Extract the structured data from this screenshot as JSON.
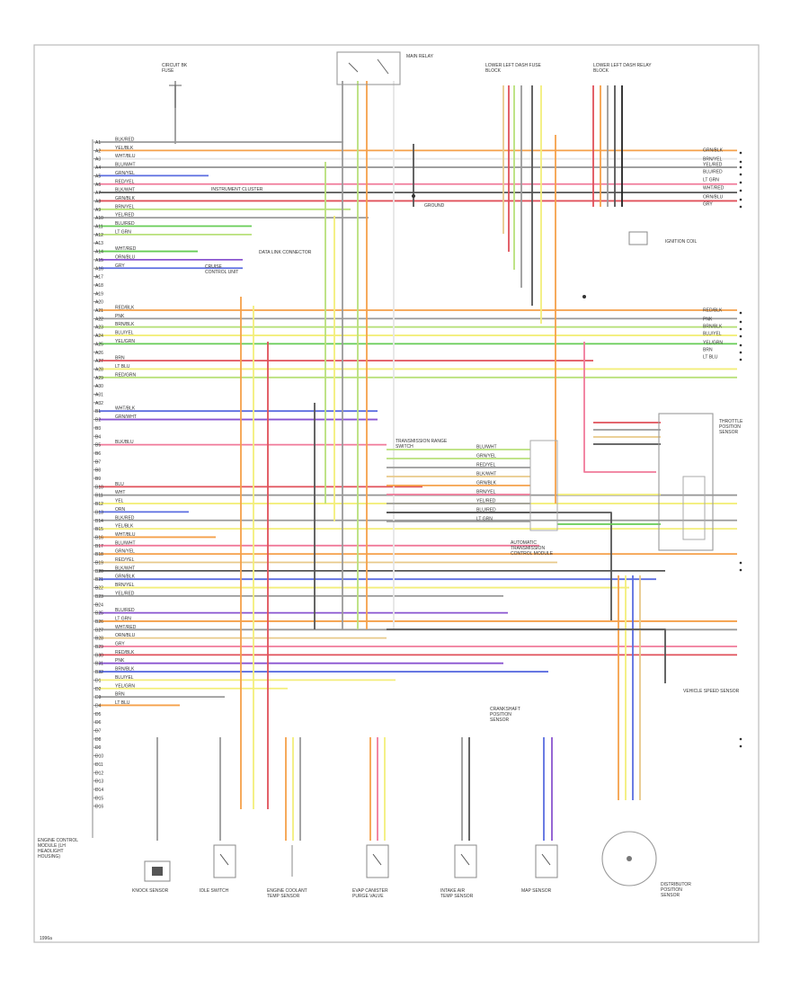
{
  "diagram": {
    "footer_code": "1996a",
    "palette": {
      "orange": "#f5a04a",
      "red": "#e0505a",
      "gray": "#9a9a9a",
      "darkgray": "#555555",
      "yellow": "#f3ee7a",
      "green": "#66cc55",
      "lightgreen": "#b8e07a",
      "blue": "#5b6de0",
      "violet": "#8a55d0",
      "pink": "#f07a9a",
      "brown": "#9b5a3a",
      "black": "#222222",
      "tan": "#e8c98a",
      "white": "#e6e6e6"
    },
    "components": {
      "ecm": "ENGINE CONTROL MODULE (LH HEADLIGHT HOUSING)",
      "fuse_block": "CIRCUIT BK FUSE",
      "main_relay": "MAIN RELAY",
      "left_junction": "LOWER LEFT DASH FUSE BLOCK",
      "right_junction": "LOWER LEFT DASH RELAY BLOCK",
      "instrument_cluster": "INSTRUMENT CLUSTER",
      "data_link": "DATA LINK CONNECTOR",
      "cruise": "CRUISE CONTROL UNIT",
      "trans_switch": "TRANSMISSION RANGE SWITCH",
      "trans_control": "AUTOMATIC TRANSMISSION CONTROL MODULE",
      "throttle": "THROTTLE POSITION SENSOR",
      "idle_switch": "IDLE SWITCH",
      "knock": "KNOCK SENSOR",
      "evap": "EVAP CANISTER PURGE VALVE",
      "distributor": "DISTRIBUTOR POSITION SENSOR",
      "crankshaft": "CRANKSHAFT POSITION SENSOR",
      "ect": "ENGINE COOLANT TEMP SENSOR",
      "iat": "INTAKE AIR TEMP SENSOR",
      "map": "MAP SENSOR",
      "vss": "VEHICLE SPEED SENSOR",
      "ignition_coil": "IGNITION COIL",
      "ground": "GROUND"
    },
    "pin_labels": [
      "A1",
      "A2",
      "A3",
      "A4",
      "A5",
      "A6",
      "A7",
      "A8",
      "A9",
      "A10",
      "A11",
      "A12",
      "A13",
      "A14",
      "A15",
      "A16",
      "A17",
      "A18",
      "A19",
      "A20",
      "A21",
      "A22",
      "A23",
      "A24",
      "A25",
      "A26",
      "A27",
      "A28",
      "A29",
      "A30",
      "A31",
      "A32",
      "B1",
      "B2",
      "B3",
      "B4",
      "B5",
      "B6",
      "B7",
      "B8",
      "B9",
      "B10",
      "B11",
      "B12",
      "B13",
      "B14",
      "B15",
      "B16",
      "B17",
      "B18",
      "B19",
      "B20",
      "B21",
      "B22",
      "B23",
      "B24",
      "B25",
      "B26",
      "B27",
      "B28",
      "B29",
      "B30",
      "B31",
      "B32",
      "D1",
      "D2",
      "D3",
      "D4",
      "D5",
      "D6",
      "D7",
      "D8",
      "D9",
      "D10",
      "D11",
      "D12",
      "D13",
      "D14",
      "D15",
      "D16"
    ],
    "wire_labels": [
      "BLK/RED",
      "YEL/BLK",
      "WHT/BLU",
      "BLU/WHT",
      "GRN/YEL",
      "RED/YEL",
      "BLK/WHT",
      "GRN/BLK",
      "BRN/YEL",
      "YEL/RED",
      "BLU/RED",
      "LT GRN",
      "WHT/RED",
      "ORN/BLU",
      "GRY",
      "RED/BLK",
      "PNK",
      "BRN/BLK",
      "BLU/YEL",
      "YEL/GRN",
      "BRN",
      "LT BLU",
      "RED/GRN",
      "WHT/BLK",
      "GRN/WHT",
      "BLK/BLU",
      "BLU",
      "WHT",
      "YEL",
      "ORN"
    ]
  }
}
